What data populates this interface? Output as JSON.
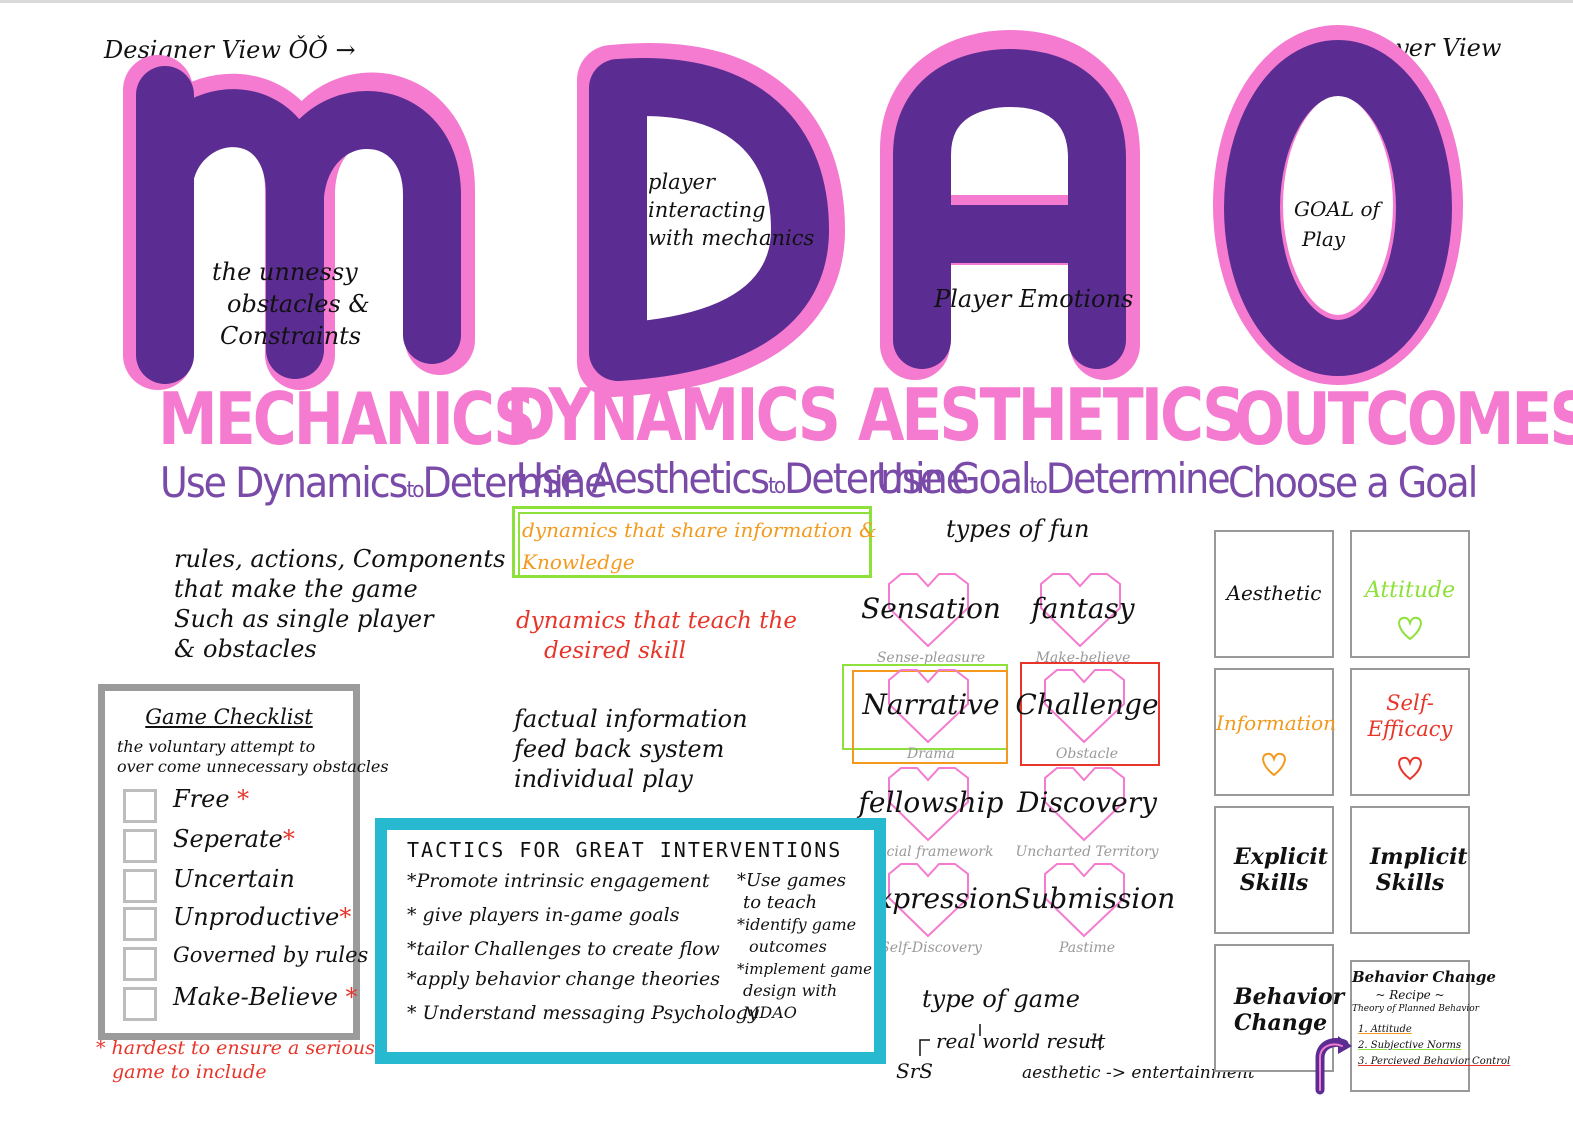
{
  "view_labels": {
    "designer": "Designer View ǑǑ →",
    "player": "←ǑǑ Player View"
  },
  "letters": {
    "m_note": [
      "the unnessy",
      "obstacles &",
      "Constraints"
    ],
    "d_note": [
      "player",
      "interacting",
      "with mechanics"
    ],
    "a_note": "Player Emotions",
    "o_note": [
      "GOAL of",
      "Play"
    ]
  },
  "headers": [
    "MECHANICS",
    "DYNAMICS",
    "AESTHETICS",
    "OUTCOMES"
  ],
  "subheaders": {
    "mechanics": {
      "pre": "Use Dynamics",
      "to": "to",
      "post": "Determine"
    },
    "dynamics": {
      "pre": "Use Aesthetics",
      "to": "to",
      "post": "Determine"
    },
    "aesthetics": {
      "pre": "Use Goal",
      "to": "to",
      "post": "Determine"
    },
    "outcomes": {
      "pre": "Choose a Goal",
      "to": "",
      "post": ""
    }
  },
  "mechanics_note": [
    "rules, actions, Components",
    "that make the game",
    "Such as single player",
    "& obstacles"
  ],
  "dynamics_notes": {
    "share": [
      "dynamics that share information &",
      "Knowledge"
    ],
    "teach": [
      "dynamics that teach the",
      "desired skill"
    ],
    "factual": [
      "factual information",
      "feed back system",
      "individual play"
    ]
  },
  "types_of_fun": {
    "label": "types of fun",
    "items": [
      {
        "name": "Sensation",
        "sub": "Sense-pleasure"
      },
      {
        "name": "fantasy",
        "sub": "Make-believe"
      },
      {
        "name": "Narrative",
        "sub": "Drama"
      },
      {
        "name": "Challenge",
        "sub": "Obstacle"
      },
      {
        "name": "fellowship",
        "sub": "Social framework"
      },
      {
        "name": "Discovery",
        "sub": "Uncharted Territory"
      },
      {
        "name": "Expression",
        "sub": "Self-Discovery"
      },
      {
        "name": "Submission",
        "sub": "Pastime"
      }
    ]
  },
  "type_of_game": {
    "label": "type of game",
    "center": "real world result",
    "left": "SrS",
    "right": "aesthetic -> entertainment"
  },
  "checklist": {
    "title": "Game Checklist",
    "definition": [
      "the voluntary attempt to",
      "over come unnecessary obstacles"
    ],
    "items": [
      {
        "label": "Free",
        "star": "*"
      },
      {
        "label": "Seperate",
        "star": "*"
      },
      {
        "label": "Uncertain",
        "star": ""
      },
      {
        "label": "Unproductive",
        "star": "*"
      },
      {
        "label": "Governed by rules",
        "star": ""
      },
      {
        "label": "Make-Believe",
        "star": "*"
      }
    ],
    "footnote": [
      "* hardest to ensure a serious",
      "game to include"
    ]
  },
  "tactics": {
    "title": "TACTICS FOR GREAT INTERVENTIONS",
    "left": [
      "*Promote intrinsic engagement",
      "* give players in-game goals",
      "*tailor Challenges to create flow",
      "*apply behavior change theories",
      "* Understand messaging Psychology"
    ],
    "right": [
      "*Use games",
      "to teach",
      "*identify game",
      "outcomes",
      "*implement game",
      "design with",
      "MDAO"
    ]
  },
  "outcomes": {
    "boxes": [
      {
        "label": "Aesthetic",
        "color": "#111111",
        "heart": false
      },
      {
        "label": "Attitude",
        "color": "#8ee03a",
        "heart": true
      },
      {
        "label": "Information",
        "color": "#f39a1e",
        "heart": true
      },
      {
        "label": "Self-Efficacy",
        "color": "#e8352a",
        "heart": true
      },
      {
        "label": "Explicit Skills",
        "color": "#111111",
        "heart": false
      },
      {
        "label": "Implicit Skills",
        "color": "#111111",
        "heart": false
      },
      {
        "label": "Behavior Change",
        "color": "#111111",
        "heart": false
      }
    ],
    "recipe": {
      "title": "Behavior Change",
      "sub": "~ Recipe ~",
      "theory": "Theory of Planned Behavior",
      "items": [
        "1. Attitude",
        "2. Subjective Norms",
        "3. Percieved Behavior Control"
      ]
    }
  },
  "colors": {
    "purple": "#5b2c91",
    "pink": "#f47bd0",
    "lavender": "#7a4aa8",
    "green": "#8ee03a",
    "orange": "#f39a1e",
    "red": "#e8352a",
    "teal": "#27b9cf"
  }
}
